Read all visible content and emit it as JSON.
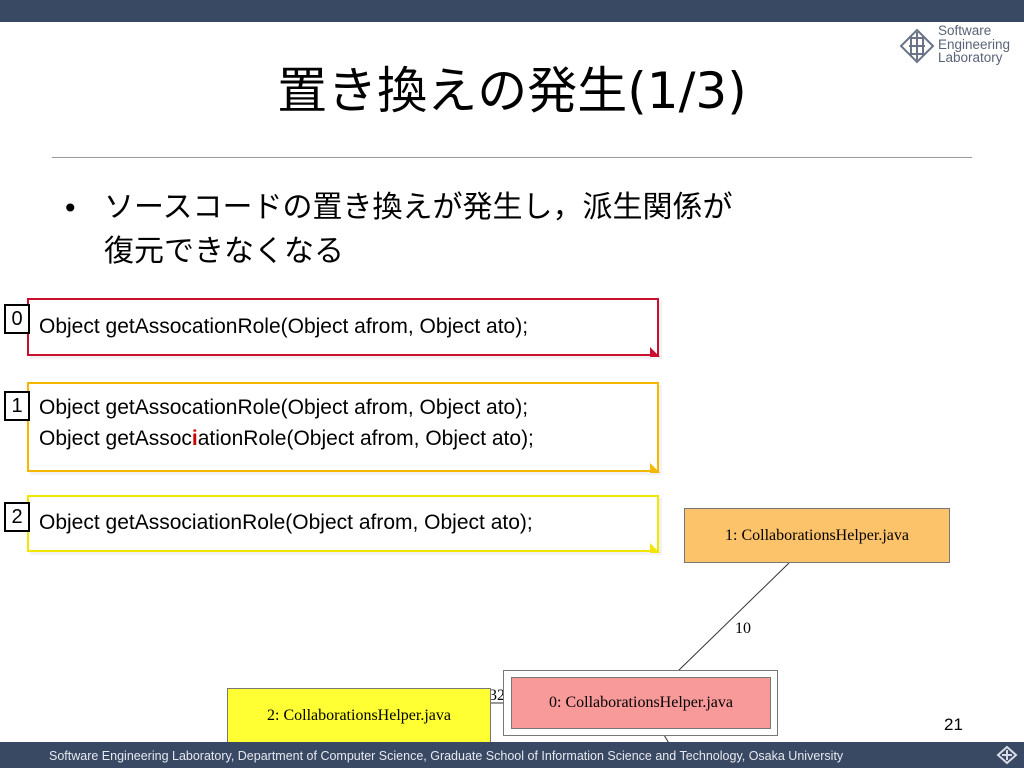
{
  "header": {
    "logo_lines": [
      "Software",
      "Engineering",
      "Laboratory"
    ]
  },
  "slide": {
    "title": "置き換えの発生(1/3)",
    "bullet_marker": "•",
    "bullet_lines": [
      "ソースコードの置き換えが発生し，派生関係が",
      "復元できなくなる"
    ],
    "page_number": "21"
  },
  "versions": [
    {
      "index": "0",
      "lines": [
        [
          "Object getAssocationRole(Object afrom, Object ato);"
        ]
      ]
    },
    {
      "index": "1",
      "lines": [
        [
          "Object getAssocationRole(Object afrom, Object ato);"
        ],
        [
          "Object getAssoc",
          "i",
          "ationRole(Object afrom, Object ato);"
        ]
      ]
    },
    {
      "index": "2",
      "lines": [
        [
          "Object getAssociationRole(Object afrom, Object ato);"
        ]
      ]
    }
  ],
  "colors": {
    "bar": "#394863",
    "note0_border": "#c8102e",
    "note1_border": "#f5b800",
    "note2_border": "#f2e600",
    "highlight": "#cc0000",
    "node_orange": "#fdc36b",
    "node_red": "#f99a9a",
    "node_yellow": "#ffff33"
  },
  "graph": {
    "nodes": [
      {
        "id": "1",
        "label": "1: CollaborationsHelper.java"
      },
      {
        "id": "0",
        "label": "0: CollaborationsHelper.java"
      },
      {
        "id": "2",
        "label": "2: CollaborationsHelper.java"
      }
    ],
    "edges": [
      {
        "from": "1",
        "to": "0",
        "label": "10"
      },
      {
        "from": "2",
        "to": "0",
        "label": "32"
      }
    ]
  },
  "footer": {
    "text": "Software Engineering Laboratory, Department of Computer Science, Graduate School of Information Science and Technology, Osaka University"
  }
}
